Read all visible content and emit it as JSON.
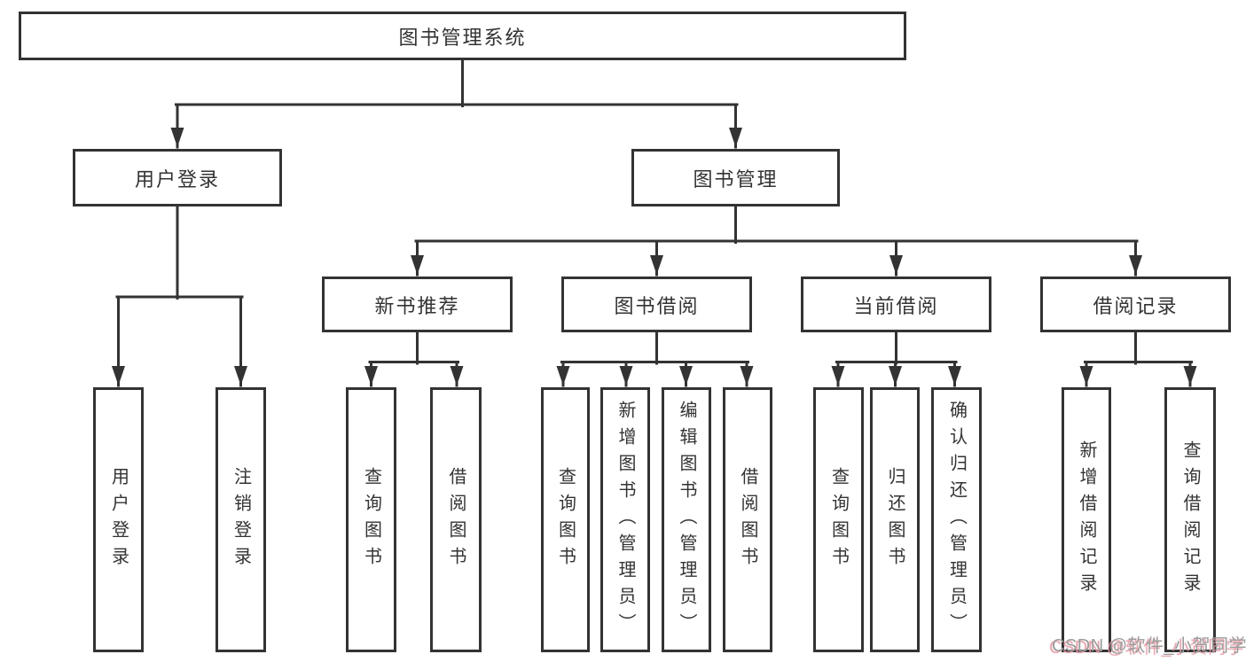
{
  "colors": {
    "line": "#333333",
    "text": "#333333",
    "background": "#ffffff",
    "watermark": "#9b9b9b",
    "watermark_shadow": "#e49aa4"
  },
  "tree": {
    "root": "图书管理系统",
    "user_login": {
      "label": "用户登录",
      "children": [
        "用户登录",
        "注销登录"
      ]
    },
    "book_management": {
      "label": "图书管理",
      "sections": [
        {
          "label": "新书推荐",
          "children": [
            "查询图书",
            "借阅图书"
          ]
        },
        {
          "label": "图书借阅",
          "children": [
            "查询图书",
            "新增图书（管理员）",
            "编辑图书（管理员）",
            "借阅图书"
          ]
        },
        {
          "label": "当前借阅",
          "children": [
            "查询图书",
            "归还图书",
            "确认归还（管理员）"
          ]
        },
        {
          "label": "借阅记录",
          "children": [
            "新增借阅记录",
            "查询借阅记录"
          ]
        }
      ]
    }
  },
  "watermark": {
    "text": "CSDN @软件_小贺同学"
  }
}
